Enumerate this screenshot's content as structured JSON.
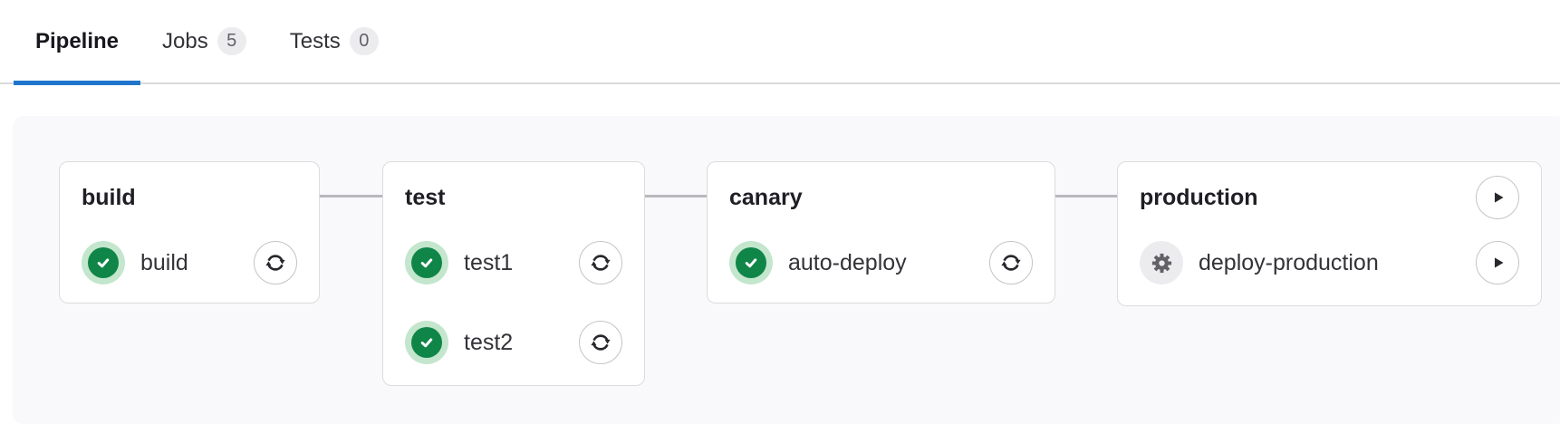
{
  "tabs": [
    {
      "label": "Pipeline",
      "badge": null,
      "active": true
    },
    {
      "label": "Jobs",
      "badge": "5",
      "active": false
    },
    {
      "label": "Tests",
      "badge": "0",
      "active": false
    }
  ],
  "pipeline": {
    "stages": [
      {
        "name": "build",
        "stage_action": null,
        "jobs": [
          {
            "name": "build",
            "status": "success",
            "status_icon": "check-circle",
            "action": "retry",
            "action_icon": "retry-arrows"
          }
        ]
      },
      {
        "name": "test",
        "stage_action": null,
        "jobs": [
          {
            "name": "test1",
            "status": "success",
            "status_icon": "check-circle",
            "action": "retry",
            "action_icon": "retry-arrows"
          },
          {
            "name": "test2",
            "status": "success",
            "status_icon": "check-circle",
            "action": "retry",
            "action_icon": "retry-arrows"
          }
        ]
      },
      {
        "name": "canary",
        "stage_action": null,
        "jobs": [
          {
            "name": "auto-deploy",
            "status": "success",
            "status_icon": "check-circle",
            "action": "retry",
            "action_icon": "retry-arrows"
          }
        ]
      },
      {
        "name": "production",
        "stage_action": "play",
        "stage_action_icon": "play-triangle",
        "jobs": [
          {
            "name": "deploy-production",
            "status": "manual",
            "status_icon": "gear",
            "action": "play",
            "action_icon": "play-triangle"
          }
        ]
      }
    ]
  },
  "colors": {
    "accent_blue": "#1f75cb",
    "success_green": "#108548",
    "success_halo": "#c3e6cd",
    "manual_gray": "#626168",
    "manual_halo": "#ececef",
    "badge_bg": "#ececef",
    "badge_text": "#626168",
    "card_border": "#dcdcde",
    "connector_gray": "#b9b8bd",
    "panel_bg": "#f9f9fb",
    "tab_border": "#dbdbdb",
    "icon_dark": "#28272d"
  }
}
